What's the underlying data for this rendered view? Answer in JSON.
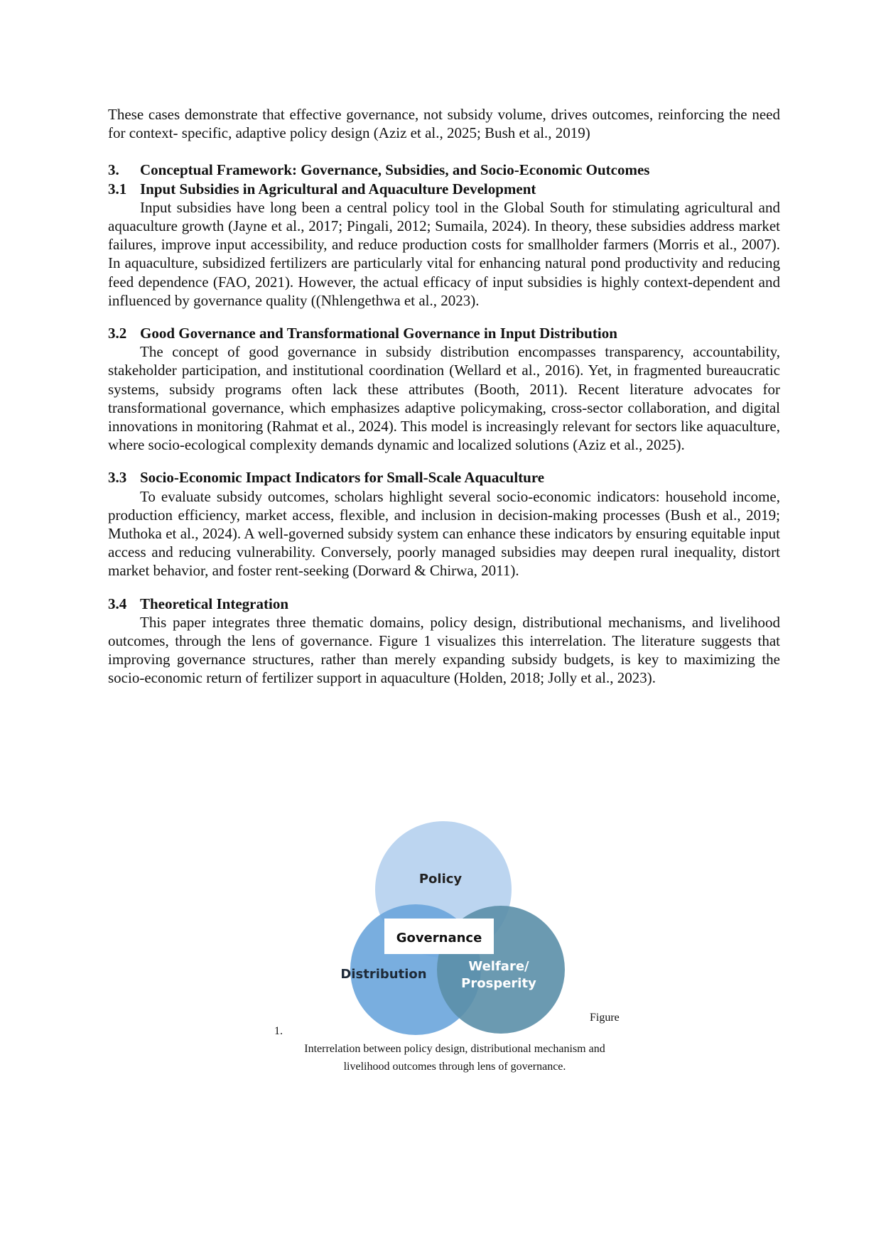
{
  "intro_paragraph": "These cases demonstrate that effective governance, not subsidy volume, drives outcomes, reinforcing the need for context- specific, adaptive policy design (Aziz et al., 2025; Bush et al., 2019)",
  "section3": {
    "number": "3.",
    "title": "Conceptual Framework: Governance, Subsidies, and Socio-Economic Outcomes"
  },
  "subsections": [
    {
      "number": "3.1",
      "title": "Input Subsidies in Agricultural and Aquaculture Development",
      "body": "Input subsidies have long been a central policy tool in the Global South for stimulating agricultural and aquaculture growth (Jayne et al., 2017; Pingali, 2012; Sumaila, 2024). In theory, these subsidies address market failures, improve input accessibility, and reduce production costs for smallholder farmers (Morris et al., 2007). In aquaculture, subsidized fertilizers are particularly vital for enhancing natural pond productivity and reducing feed dependence (FAO, 2021). However, the actual efficacy of input subsidies is highly context-dependent and influenced by governance quality  ((Nhlengethwa et al., 2023)."
    },
    {
      "number": "3.2",
      "title": "Good Governance and Transformational Governance in Input Distribution",
      "body": "The concept of good governance in subsidy distribution encompasses transparency, accountability, stakeholder participation, and institutional coordination (Wellard et al., 2016). Yet, in fragmented bureaucratic systems, subsidy programs often lack these attributes (Booth, 2011). Recent literature advocates for transformational governance, which emphasizes adaptive policymaking, cross-sector collaboration, and digital innovations in monitoring (Rahmat et al., 2024). This model is increasingly relevant for sectors like aquaculture, where socio-ecological complexity demands dynamic and localized solutions (Aziz et al., 2025)."
    },
    {
      "number": "3.3",
      "title": "Socio-Economic Impact Indicators for Small-Scale Aquaculture",
      "body": "To evaluate subsidy outcomes, scholars highlight several socio-economic indicators: household income, production efficiency, market access, flexible, and inclusion in decision-making processes (Bush et al., 2019; Muthoka et al., 2024). A well-governed subsidy system can enhance these indicators by ensuring equitable input access and reducing vulnerability. Conversely, poorly managed subsidies may deepen rural inequality, distort market behavior, and foster rent-seeking (Dorward & Chirwa, 2011)."
    },
    {
      "number": "3.4",
      "title": "Theoretical Integration",
      "body": "This paper integrates three thematic domains, policy design, distributional mechanisms, and livelihood outcomes, through the lens of governance. Figure 1 visualizes this interrelation. The literature suggests that improving governance structures, rather than merely expanding subsidy budgets, is key to maximizing the socio-economic return of fertilizer support in aquaculture (Holden, 2018; Jolly et al., 2023)."
    }
  ],
  "figure": {
    "circles": {
      "top": "Policy",
      "left": "Distribution",
      "right_line1": "Welfare/",
      "right_line2": "Prosperity",
      "center": "Governance"
    },
    "colors": {
      "policy": "#bcd5f0",
      "distribution": "#6aa5dc",
      "welfare": "#5b8fa8"
    },
    "caption_figure_word": "Figure",
    "caption_number": "1.",
    "caption_line1": "Interrelation between policy design, distributional mechanism and",
    "caption_line2": "livelihood outcomes through lens of governance."
  }
}
